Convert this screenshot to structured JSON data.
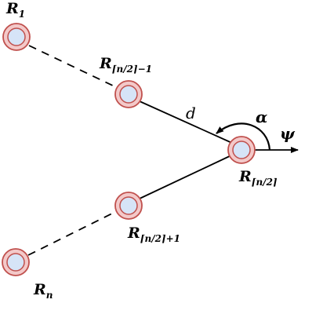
{
  "labels": {
    "r1_main": "R",
    "r1_sub": "1",
    "r_mid_minus_main": "R",
    "r_mid_minus_sub": "⌈n/2⌉−1",
    "r_mid_main": "R",
    "r_mid_sub": "⌈n/2⌉",
    "r_mid_plus_main": "R",
    "r_mid_plus_sub": "⌈n/2⌉+1",
    "rn_main": "R",
    "rn_sub": "n",
    "distance": "d",
    "angle": "α",
    "heading": "ψ"
  },
  "colors": {
    "node_fill": "#d6e4f7",
    "node_ring": "#f3c9c9",
    "node_stroke": "#c0504d",
    "line": "#000000"
  }
}
